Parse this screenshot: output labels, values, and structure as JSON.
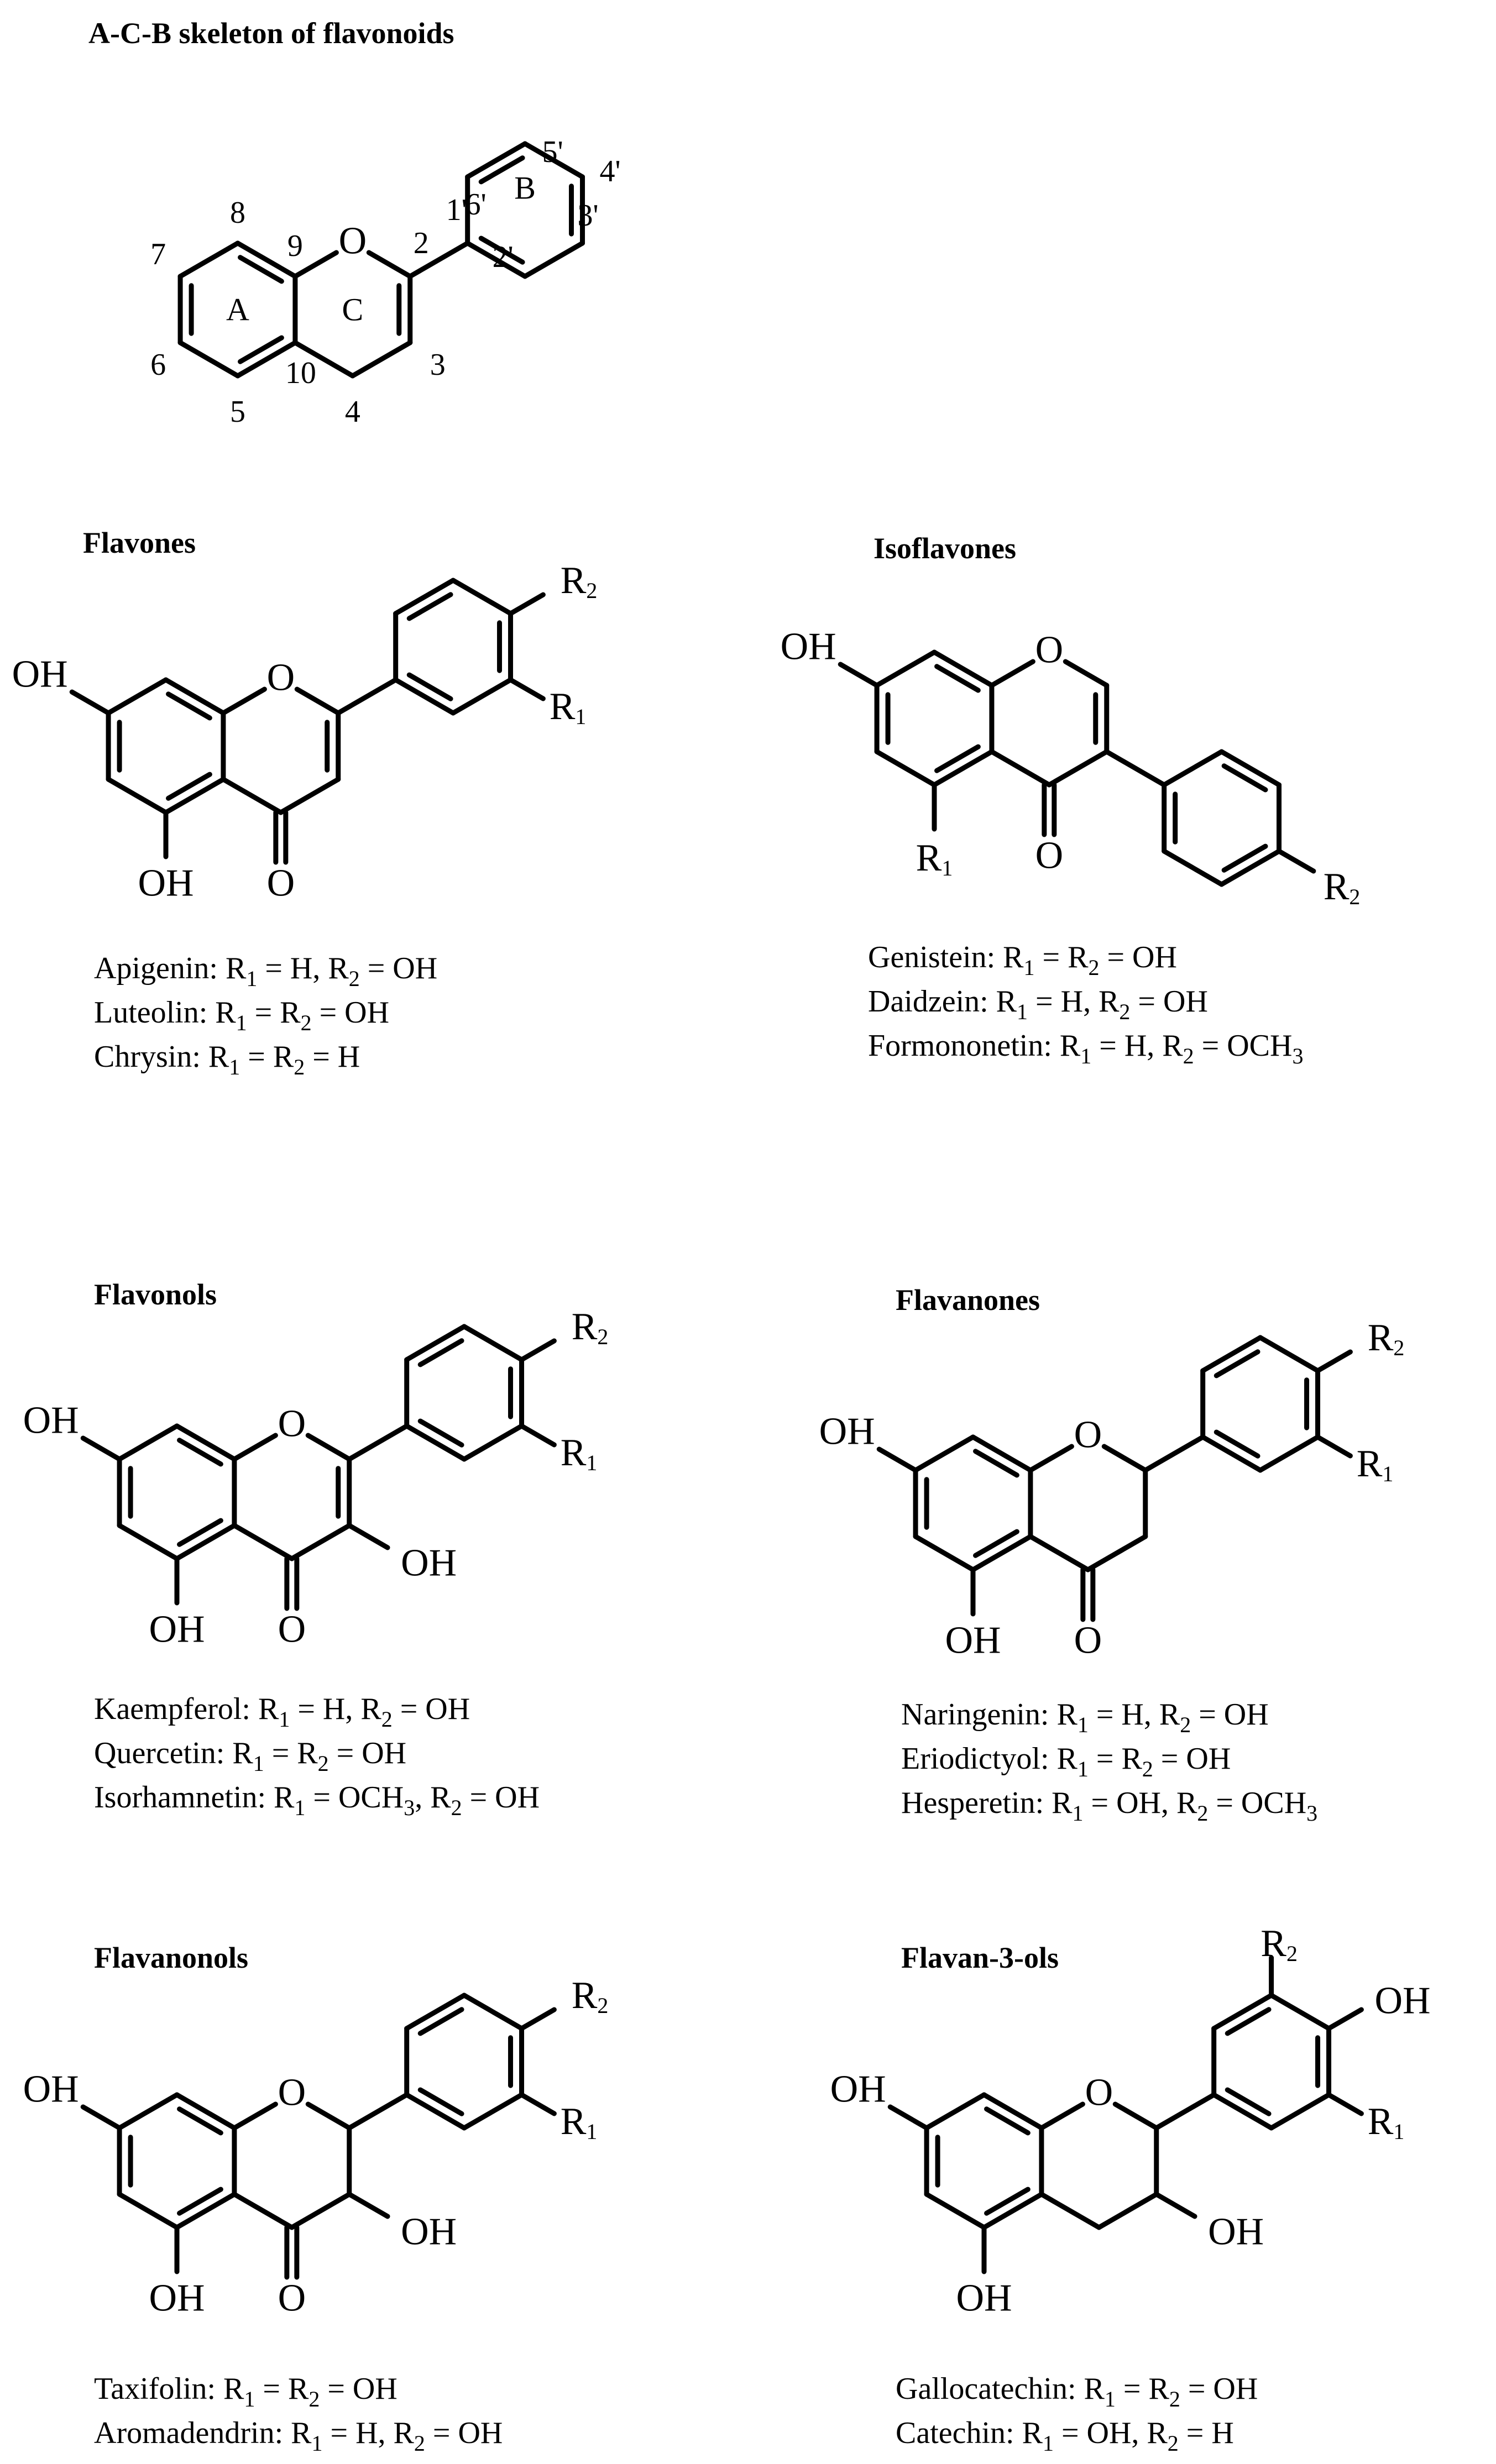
{
  "skeleton": {
    "title": "A-C-B skeleton of flavonoids",
    "ring_labels": [
      "A",
      "C",
      "B"
    ],
    "positions": [
      "2",
      "3",
      "4",
      "5",
      "6",
      "7",
      "8",
      "9",
      "10",
      "1'",
      "2'",
      "3'",
      "4'",
      "5'",
      "6'"
    ],
    "heteroatom": "O"
  },
  "classes": [
    {
      "name": "Flavones",
      "substituents": [
        "OH",
        "OH",
        "O",
        "R1",
        "R2"
      ],
      "examples": [
        {
          "compound": "Apigenin",
          "rule": "R1 = H, R2 = OH"
        },
        {
          "compound": "Luteolin",
          "rule": "R1 = R2 = OH"
        },
        {
          "compound": "Chrysin",
          "rule": "R1 = R2 = H"
        }
      ]
    },
    {
      "name": "Isoflavones",
      "substituents": [
        "OH",
        "R1",
        "O",
        "R2"
      ],
      "examples": [
        {
          "compound": "Genistein",
          "rule": "R1 = R2 = OH"
        },
        {
          "compound": "Daidzein",
          "rule": "R1 = H, R2 = OH"
        },
        {
          "compound": "Formononetin",
          "rule": "R1 = H, R2 = OCH3"
        }
      ]
    },
    {
      "name": "Flavonols",
      "substituents": [
        "OH",
        "OH",
        "O",
        "OH",
        "R1",
        "R2"
      ],
      "examples": [
        {
          "compound": "Kaempferol",
          "rule": "R1 = H, R2 = OH"
        },
        {
          "compound": "Quercetin",
          "rule": "R1 = R2 = OH"
        },
        {
          "compound": "Isorhamnetin",
          "rule": "R1 = OCH3, R2 = OH"
        }
      ]
    },
    {
      "name": "Flavanones",
      "substituents": [
        "OH",
        "OH",
        "O",
        "R1",
        "R2"
      ],
      "examples": [
        {
          "compound": "Naringenin",
          "rule": "R1 = H, R2 = OH"
        },
        {
          "compound": "Eriodictyol",
          "rule": "R1 = R2 = OH"
        },
        {
          "compound": "Hesperetin",
          "rule": "R1 = OH, R2 = OCH3"
        }
      ]
    },
    {
      "name": "Flavanonols",
      "substituents": [
        "OH",
        "OH",
        "O",
        "OH",
        "R1",
        "R2"
      ],
      "examples": [
        {
          "compound": "Taxifolin",
          "rule": "R1 = R2 = OH"
        },
        {
          "compound": "Aromadendrin",
          "rule": "R1 = H, R2 = OH"
        }
      ]
    },
    {
      "name": "Flavan-3-ols",
      "substituents": [
        "OH",
        "OH",
        "OH",
        "R1",
        "OH",
        "R2"
      ],
      "examples": [
        {
          "compound": "Gallocatechin",
          "rule": "R1 = R2 = OH"
        },
        {
          "compound": "Catechin",
          "rule": "R1 = OH, R2 = H"
        }
      ]
    }
  ]
}
